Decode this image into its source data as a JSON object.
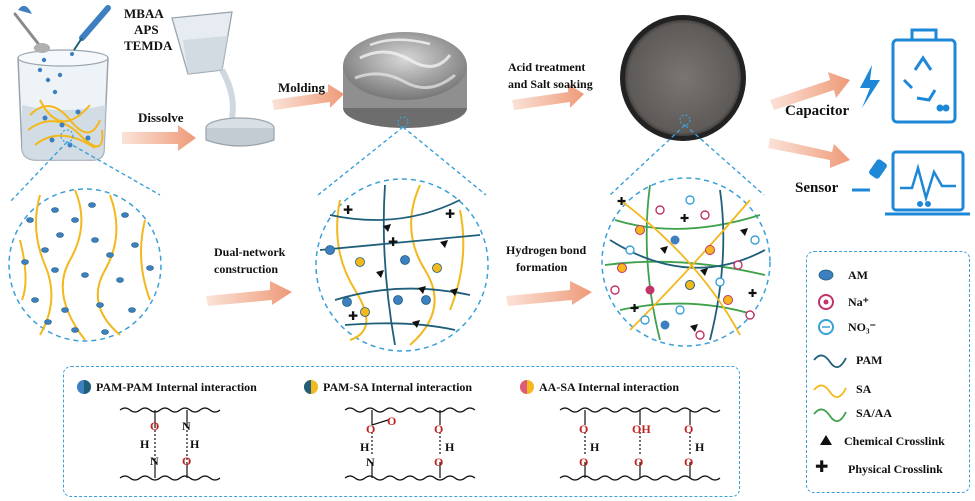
{
  "reagents": [
    "MBAA",
    "APS",
    "TEMDA"
  ],
  "steps": {
    "dissolve": "Dissolve",
    "molding": "Molding",
    "acid_line1": "Acid treatment",
    "acid_line2": "and Salt soaking",
    "dual_line1": "Dual-network",
    "dual_line2": "construction",
    "hbond_line1": "Hydrogen bond",
    "hbond_line2": "formation"
  },
  "applications": {
    "capacitor": "Capacitor",
    "sensor": "Sensor"
  },
  "legend": {
    "am": "AM",
    "na": "Na⁺",
    "no3": "NO₃⁻",
    "pam": "PAM",
    "sa": "SA",
    "saaa": "SA/AA",
    "chem": "Chemical Crosslink",
    "phys": "Physical Crosslink"
  },
  "interactions": {
    "pampam": "PAM-PAM Internal interaction",
    "pamsa": "PAM-SA Internal interaction",
    "aasa": "AA-SA Internal interaction"
  },
  "atoms": {
    "o": "O",
    "h": "H",
    "n": "N",
    "oh": "OH"
  },
  "colors": {
    "pam": "#1f5f7a",
    "sa": "#f2b81c",
    "saaa": "#3fa14a",
    "arrow": "#f0a080",
    "dash": "#3aa0d8",
    "am": "#3d7fc0",
    "na": "#c0346a",
    "icon": "#1e88d8"
  }
}
